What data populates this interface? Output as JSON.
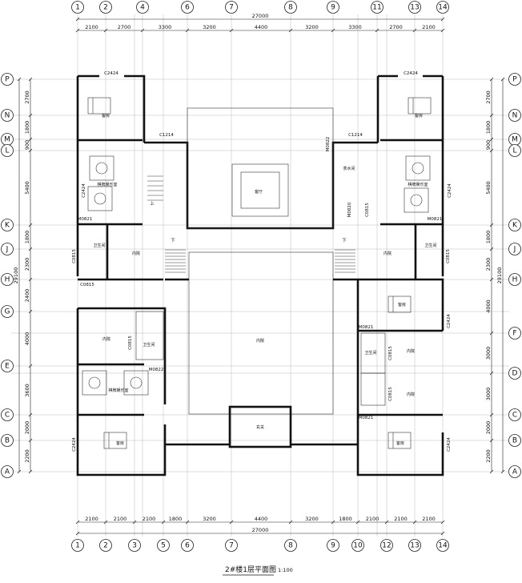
{
  "axes_top": [
    "1",
    "2",
    "4",
    "6",
    "7",
    "8",
    "9",
    "11",
    "13",
    "14"
  ],
  "axes_bottom": [
    "1",
    "2",
    "3",
    "5",
    "6",
    "7",
    "8",
    "9",
    "10",
    "12",
    "13",
    "14"
  ],
  "axes_left": [
    "P",
    "N",
    "M",
    "L",
    "K",
    "J",
    "H",
    "G",
    "F",
    "E",
    "D",
    "C",
    "B",
    "A"
  ],
  "axes_left_shown": [
    "P",
    "N",
    "M",
    "L",
    "K",
    "J",
    "H",
    "G",
    "E",
    "C",
    "B",
    "A"
  ],
  "axes_right_shown": [
    "P",
    "N",
    "M",
    "L",
    "K",
    "J",
    "H",
    "F",
    "D",
    "C",
    "B",
    "A"
  ],
  "top_total": "27000",
  "top_dims": [
    "2100",
    "2700",
    "3300",
    "3200",
    "4400",
    "3200",
    "3300",
    "2700",
    "2100"
  ],
  "bottom_dims": [
    "2100",
    "2100",
    "2100",
    "1800",
    "3200",
    "4400",
    "3200",
    "1800",
    "2100",
    "2100",
    "2100"
  ],
  "bottom_total": "27000",
  "left_dims": [
    "2700",
    "1800",
    "900",
    "5400",
    "1800",
    "2300",
    "2400",
    "4000",
    "3600",
    "2000",
    "2200"
  ],
  "left_total": "29100",
  "right_dims": [
    "2700",
    "1800",
    "900",
    "5400",
    "1800",
    "2300",
    "4000",
    "3000",
    "3000",
    "2000",
    "2200"
  ],
  "right_total": "29100",
  "rooms": {
    "guest": "客房",
    "chess": "棋牌娱乐室",
    "bath": "卫生间",
    "courtyard": "内院",
    "hall": "客厅",
    "water": "茶水间",
    "entrance": "玄关"
  },
  "codes": {
    "c2424": "C2424",
    "c1214": "C1214",
    "c0815": "C0815",
    "m0821": "M0821",
    "m0820": "M0820",
    "m0822": "M0822",
    "down": "下",
    "up": "上"
  },
  "title": "2#楼1层平面图",
  "scale": "1:100"
}
